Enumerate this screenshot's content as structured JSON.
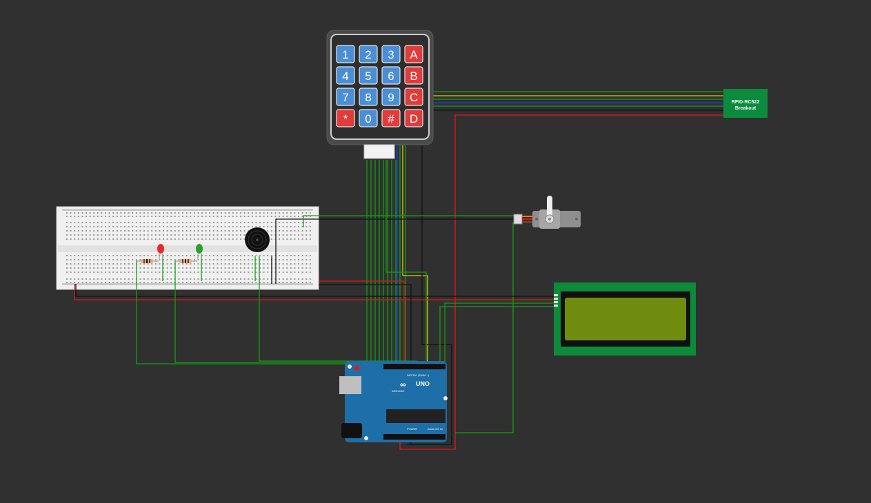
{
  "canvas": {
    "background": "#303030"
  },
  "keypad": {
    "rows": [
      [
        "1",
        "2",
        "3",
        "A"
      ],
      [
        "4",
        "5",
        "6",
        "B"
      ],
      [
        "7",
        "8",
        "9",
        "C"
      ],
      [
        "*",
        "0",
        "#",
        "D"
      ]
    ],
    "digit_color": "#4a8fd6",
    "letter_color": "#e03c3c"
  },
  "rfid": {
    "line1": "RFID-RC522",
    "line2": "Breakout",
    "color": "#0c8a3e"
  },
  "arduino": {
    "brand": "ARDUINO",
    "model": "UNO",
    "digital_label": "DIGITAL (PWM ~)",
    "analog_label": "ANALOG IN",
    "power_label": "POWER"
  },
  "lcd": {
    "screen_color": "#6f8c0e",
    "frame_color": "#0d8a3a"
  },
  "breadboard": {
    "color": "#f2f2f2"
  },
  "wire_colors": {
    "green": "#12a012",
    "red": "#e01818",
    "black": "#111111",
    "blue": "#2038ff",
    "yellow": "#e6c800",
    "orange": "#ff7a1a"
  }
}
